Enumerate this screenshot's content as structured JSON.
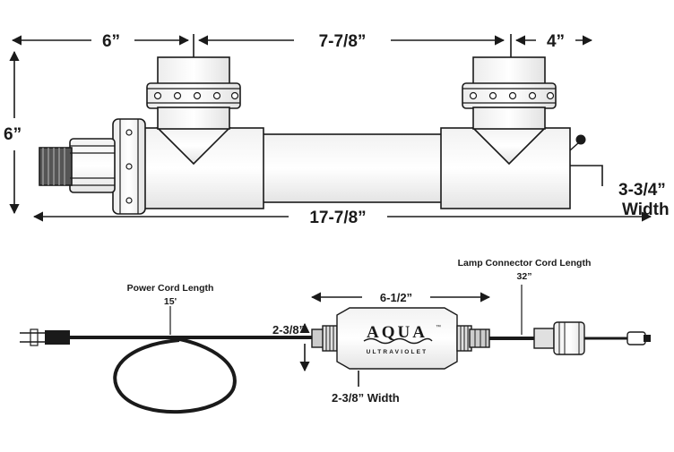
{
  "top_dimensions": {
    "inlet_offset": "6”",
    "port_spacing": "7-7/8”",
    "outlet_offset": "4”",
    "height": "6”",
    "overall_length": "17-7/8”",
    "width_value": "3-3/4”",
    "width_label": "Width"
  },
  "ballast": {
    "length": "6-1/2”",
    "height": "2-3/8”",
    "width": "2-3/8” Width",
    "brand_name": "AQUA",
    "brand_sub": "ULTRAVIOLET",
    "trademark": "™"
  },
  "cords": {
    "power_title": "Power Cord Length",
    "power_value": "15'",
    "lamp_title": "Lamp Connector Cord Length",
    "lamp_value": "32”"
  },
  "colors": {
    "line": "#1a1a1a",
    "body": "#ffffff"
  }
}
